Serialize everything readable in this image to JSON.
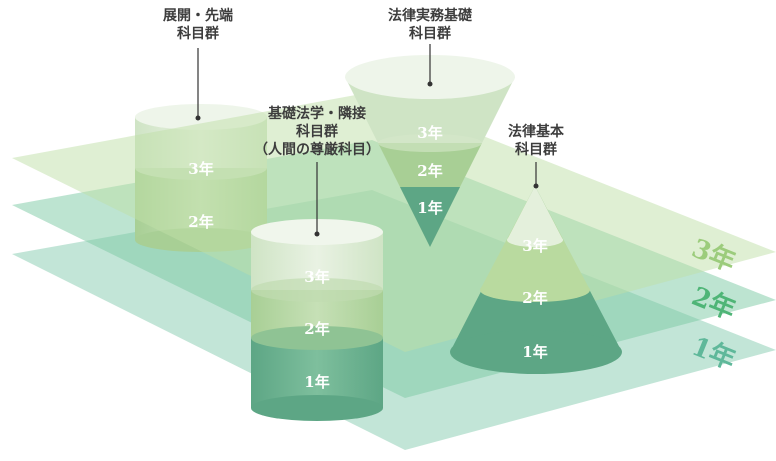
{
  "groups": {
    "tenkai": {
      "line1": "展開・先端",
      "line2": "科目群",
      "years": [
        "3年",
        "2年"
      ]
    },
    "jitsumu": {
      "line1": "法律実務基礎",
      "line2": "科目群",
      "years": [
        "3年",
        "2年",
        "1年"
      ]
    },
    "kiso": {
      "line1": "基礎法学・隣接",
      "line2": "科目群",
      "line3": "（人間の尊厳科目）",
      "years": [
        "3年",
        "2年",
        "1年"
      ]
    },
    "kihon": {
      "line1": "法律基本",
      "line2": "科目群",
      "years": [
        "3年",
        "2年",
        "1年"
      ]
    }
  },
  "layers": [
    {
      "label": "3年",
      "color": "#9ccc7c"
    },
    {
      "label": "2年",
      "color": "#4fb577"
    },
    {
      "label": "1年",
      "color": "#5fb89a"
    }
  ]
}
